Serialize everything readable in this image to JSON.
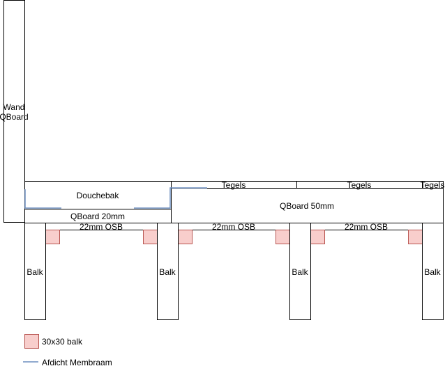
{
  "wall": {
    "label_line1": "Wand",
    "label_line2": "QBoard"
  },
  "shower_tray": {
    "label": "Douchebak"
  },
  "qboard_20": {
    "label": "QBoard 20mm"
  },
  "qboard_50": {
    "label": "QBoard 50mm"
  },
  "tiles": [
    {
      "label": "Tegels"
    },
    {
      "label": "Tegels"
    },
    {
      "label": "Tegels"
    }
  ],
  "osb": [
    {
      "label": "22mm OSB"
    },
    {
      "label": "22mm OSB"
    },
    {
      "label": "22mm OSB"
    }
  ],
  "beams": [
    {
      "label": "Balk"
    },
    {
      "label": "Balk"
    },
    {
      "label": "Balk"
    },
    {
      "label": "Balk"
    }
  ],
  "legend": {
    "cleat_label": "30x30 balk",
    "membrane_label": "Afdicht Membraam",
    "cleat_fill": "#f8cecc",
    "cleat_stroke": "#b85450",
    "membrane_color": "#6c8ebf"
  }
}
